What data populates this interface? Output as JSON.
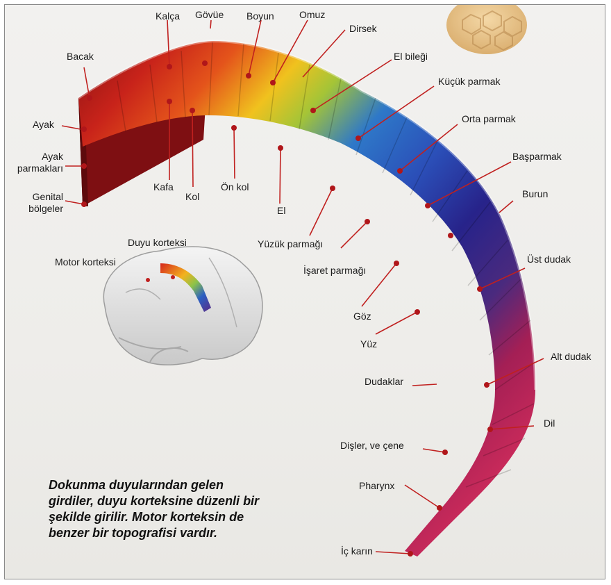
{
  "caption": "Dokunma duyularından gelen girdiler, duyu korteksine düzenli bir şekilde girilir. Motor korteksin de benzer bir topografisi vardır.",
  "brain_labels": {
    "sensory": "Duyu korteksi",
    "motor": "Motor korteksi"
  },
  "labels": {
    "kalca": "Kalça",
    "govde": "Gövüe",
    "boyun": "Boyun",
    "omuz": "Omuz",
    "dirsek": "Dirsek",
    "bacak": "Bacak",
    "el_bilegi": "El bileği",
    "kucuk_parmak": "Küçük parmak",
    "ayak": "Ayak",
    "orta_parmak": "Orta parmak",
    "ayak_parmaklari_1": "Ayak",
    "ayak_parmaklari_2": "parmakları",
    "basparmak": "Başparmak",
    "kafa": "Kafa",
    "genital_1": "Genital",
    "genital_2": "bölgeler",
    "kol": "Kol",
    "on_kol": "Ön kol",
    "burun": "Burun",
    "el": "El",
    "yuzuk_parmagi": "Yüzük parmağı",
    "ust_dudak": "Üst dudak",
    "isaret_parmagi": "İşaret parmağı",
    "goz": "Göz",
    "yuz": "Yüz",
    "alt_dudak": "Alt dudak",
    "dudaklar": "Dudaklar",
    "dil": "Dil",
    "disler": "Dişler, ve çene",
    "pharynx": "Pharynx",
    "ic_karin": "İç karın"
  },
  "colors": {
    "red": "#c8231a",
    "orange": "#e8621c",
    "yellow": "#f0c21e",
    "green": "#a4c437",
    "blue": "#2b5fc2",
    "indigo": "#27238a",
    "purple": "#5a2a85",
    "magenta": "#b81f5a",
    "pink": "#cf5a82",
    "dark_red": "#7e0f12",
    "leader": "#c0201f"
  },
  "icons": [
    "brain-illustration",
    "homunculus-strip",
    "honeycomb-decoration"
  ]
}
